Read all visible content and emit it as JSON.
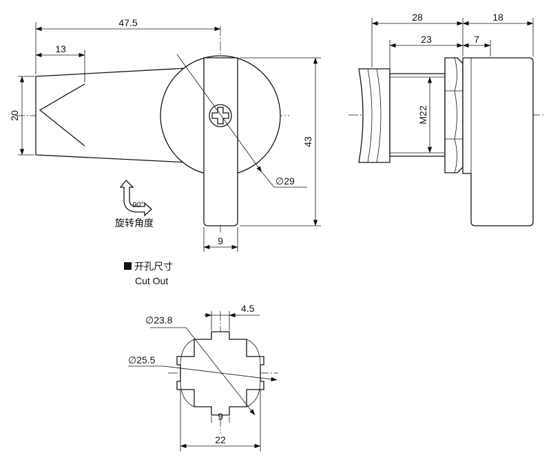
{
  "dimensions": {
    "lever_length": "47.5",
    "lever_tip": "13",
    "lever_height": "20",
    "total_height": "43",
    "disc_dia": "∅29",
    "lever_width": "9",
    "side_total": "28",
    "side_rear": "18",
    "side_body": "23",
    "side_nut": "7",
    "thread": "M22",
    "cutout_inner": "∅23.8",
    "cutout_key": "4.5",
    "cutout_outer": "∅25.5",
    "cutout_key_bottom": "9",
    "cutout_width": "22"
  },
  "labels": {
    "rotation_angle": "90°",
    "rotation_caption": "旋转角度",
    "cutout_title_cn": "开孔尺寸",
    "cutout_title_en": "Cut Out"
  }
}
